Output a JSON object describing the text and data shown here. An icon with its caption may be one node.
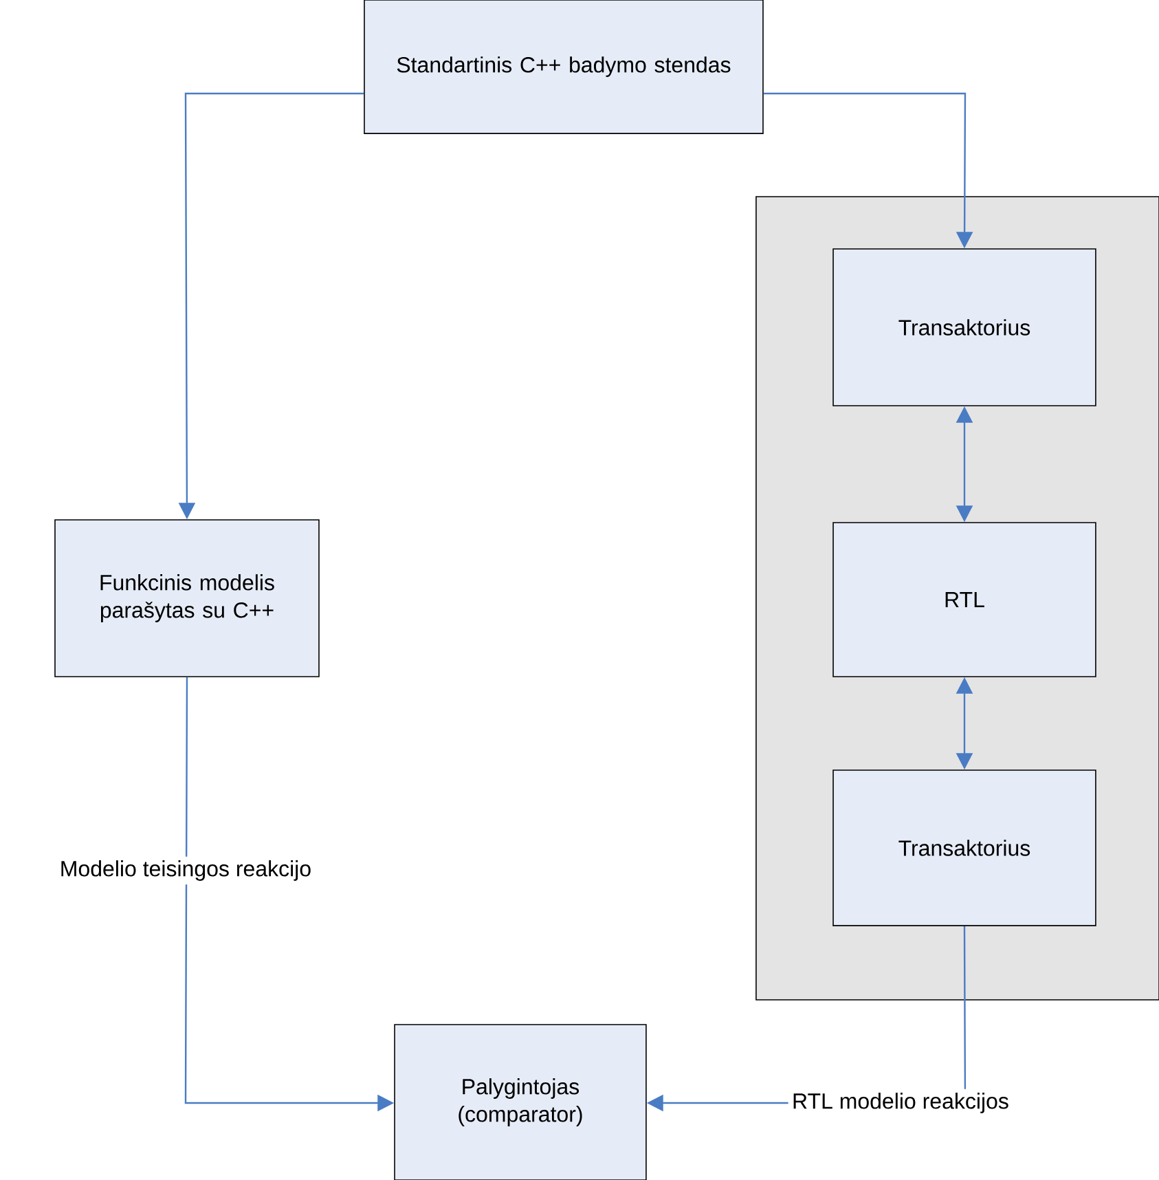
{
  "diagram": {
    "nodes": [
      {
        "text": [
          "Standartinis C++ badymo stendas"
        ]
      },
      {
        "text": [],
        "shape": "box"
      },
      {
        "text": [
          "Transaktorius"
        ],
        "in": 1
      },
      {
        "text": [
          "RTL"
        ],
        "in": 1
      },
      {
        "text": [
          "Transaktorius"
        ],
        "in": 1
      },
      {
        "text": [
          "Funkcinis modelis parašytas su C++"
        ]
      },
      {
        "text": [
          "Palygintojas (comparator)"
        ]
      }
    ],
    "edges": [
      {
        "from": 0,
        "to": 5,
        "arrow": "to"
      },
      {
        "from": 0,
        "to": 2,
        "arrow": "to"
      },
      {
        "from": 2,
        "to": 3,
        "arrow": "both"
      },
      {
        "from": 3,
        "to": 4,
        "arrow": "both"
      },
      {
        "from": 5,
        "to": 6,
        "arrow": "to",
        "label": "Modelio teisingos reakcijo"
      },
      {
        "from": 4,
        "to": 6,
        "arrow": "to",
        "label": "RTL modelio reakcijos"
      }
    ]
  }
}
